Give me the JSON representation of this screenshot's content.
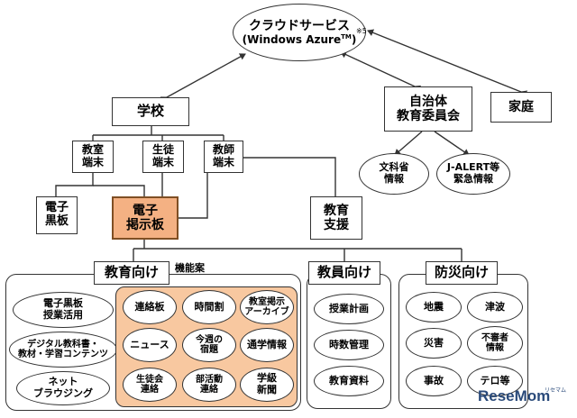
{
  "cloud": {
    "title": "クラウドサービス",
    "subtitle_prefix": "(Windows Azure",
    "tm": "TM",
    "subtitle_suffix": ")",
    "note": "※5"
  },
  "school": "学校",
  "terminals": {
    "classroom": "教室\n端末",
    "student": "生徒\n端末",
    "teacher": "教師\n端末"
  },
  "blackboard": "電子\n黒板",
  "bulletin": "電子\n掲示板",
  "support": "教育\n支援",
  "municipality": "自治体\n教育委員会",
  "home": "家庭",
  "monbusho": "文科省\n情報",
  "jalert": "J-ALERT等\n緊急情報",
  "feature_label": "機能案",
  "groups": {
    "education": {
      "title": "教育向け",
      "items": [
        "電子黒板\n授業活用",
        "デジタル教科書・\n教材・学習コンテンツ",
        "ネット\nブラウジング"
      ]
    },
    "orange_items": [
      "連絡板",
      "時間割",
      "教室掲示\nアーカイブ",
      "ニュース",
      "今週の\n宿題",
      "通学情報",
      "生徒会\n連絡",
      "部活動\n連絡",
      "学級\n新聞"
    ],
    "teachers": {
      "title": "教員向け",
      "items": [
        "授業計画",
        "時数管理",
        "教育資料"
      ]
    },
    "disaster": {
      "title": "防災向け",
      "items": [
        "地震",
        "津波",
        "災害",
        "不審者\n情報",
        "事故",
        "テロ等"
      ]
    }
  },
  "watermark": "ReseMom",
  "watermark_small": "リセマム",
  "colors": {
    "orange_fill": "#f8c8a0",
    "bulletin_fill": "#f4b183",
    "bulletin_border": "#7f4f24"
  }
}
